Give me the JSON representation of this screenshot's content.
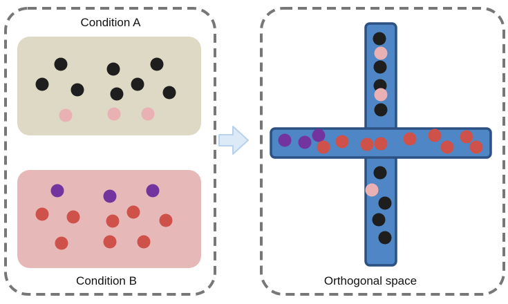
{
  "left_panel": {
    "condition_a_label": "Condition A",
    "condition_b_label": "Condition B"
  },
  "right_panel": {
    "label": "Orthogonal space"
  },
  "colors": {
    "frame_stroke": "#777777",
    "condition_a_fill": "#ded9c4",
    "condition_b_fill": "#e7b8b8",
    "black_dot": "#1e1e1e",
    "pink_dot": "#e9b1b3",
    "purple_dot": "#7434a0",
    "red_dot": "#cf524a",
    "cross_fill": "#4f86c6",
    "cross_stroke": "#2c5182",
    "arrow_fill": "#dce9f6",
    "arrow_stroke": "#b8d1ec"
  },
  "icons": {
    "arrow": "right-arrow-icon"
  }
}
